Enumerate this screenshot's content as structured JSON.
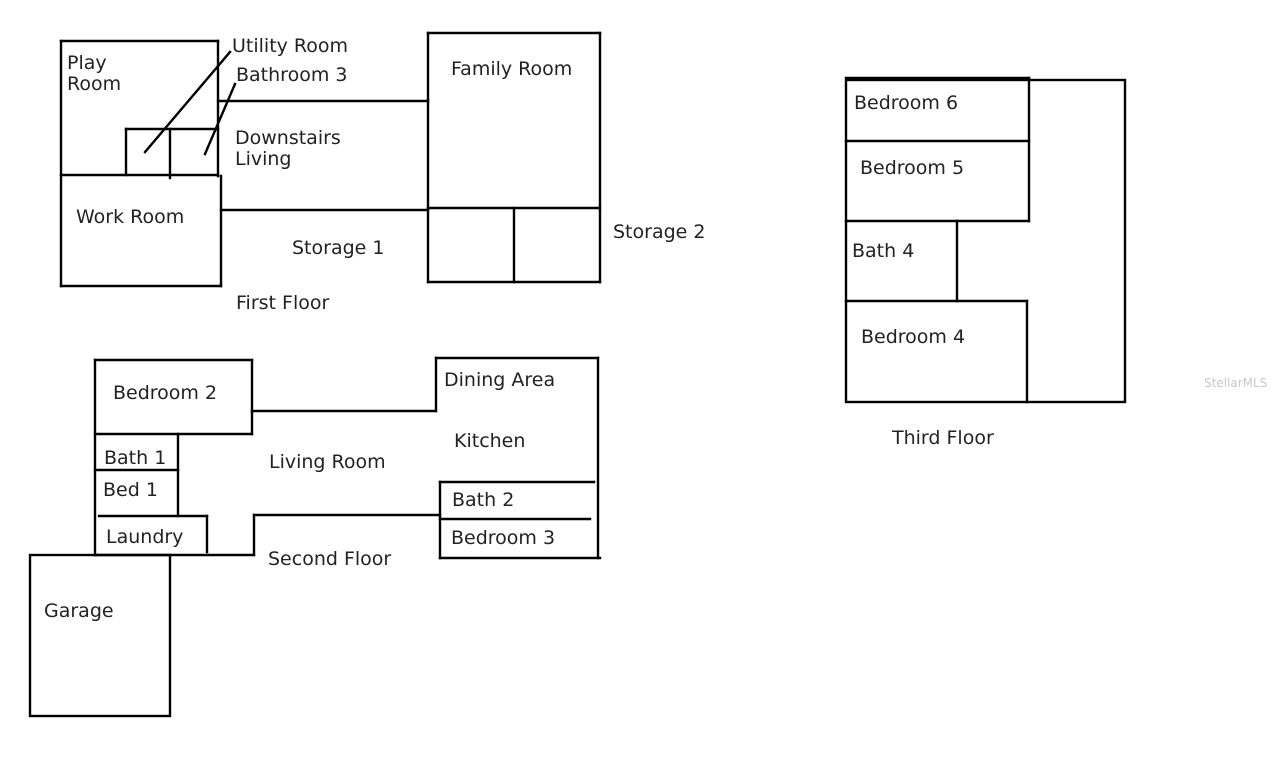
{
  "first_floor": {
    "caption": "First Floor",
    "rooms": {
      "play_room": [
        "Play",
        "Room"
      ],
      "utility_room": "Utility Room",
      "bathroom_3": "Bathroom 3",
      "downstairs_living": [
        "Downstairs",
        "Living"
      ],
      "family_room": "Family Room",
      "work_room": "Work Room",
      "storage_1": "Storage 1",
      "storage_2": "Storage 2"
    }
  },
  "second_floor": {
    "caption": "Second Floor",
    "rooms": {
      "bedroom_2": "Bedroom 2",
      "dining_area": "Dining Area",
      "kitchen": "Kitchen",
      "living_room": "Living Room",
      "bath_1": "Bath 1",
      "bed_1": "Bed 1",
      "laundry": "Laundry",
      "bath_2": "Bath 2",
      "bedroom_3": "Bedroom 3",
      "garage": "Garage"
    }
  },
  "third_floor": {
    "caption": "Third Floor",
    "rooms": {
      "bedroom_6": "Bedroom 6",
      "bedroom_5": "Bedroom 5",
      "bath_4": "Bath 4",
      "bedroom_4": "Bedroom 4"
    }
  },
  "watermark": "StellarMLS"
}
